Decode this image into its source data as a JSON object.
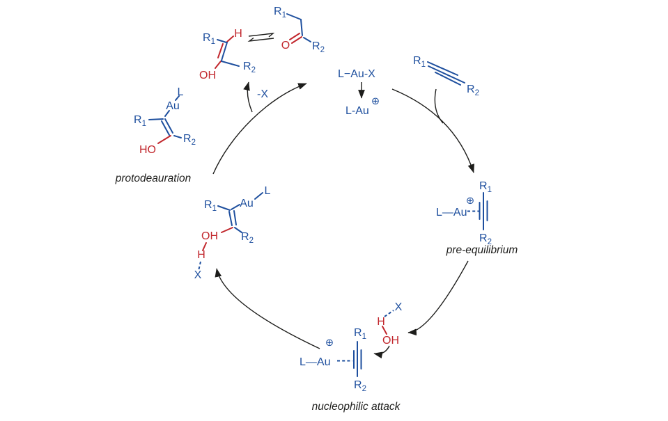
{
  "colors": {
    "blue": "#1e4f9e",
    "red": "#c1262c",
    "ink": "#1d1d1b",
    "bg": "#ffffff"
  },
  "labels": {
    "protodeauration": "protodeauration",
    "pre_equilibrium": "pre-equilibrium",
    "nucleophilic_attack": "nucleophilic attack",
    "minus_x": "-X"
  },
  "species": {
    "catalyst_precursor": {
      "formula": "L−Au-X"
    },
    "active_catalyst": {
      "formula": "L-Au",
      "charge": "⊕"
    },
    "alkyne": {
      "r": "R",
      "sub1": "1",
      "sub2": "2"
    },
    "pi_complex": {
      "l_au": "L—Au",
      "charge": "⊕",
      "r": "R",
      "sub1": "1",
      "sub2": "2"
    },
    "attack_complex": {
      "l_au": "L—Au",
      "charge": "⊕",
      "r": "R",
      "sub1": "1",
      "sub2": "2"
    },
    "water": {
      "h": "H",
      "oh": "OH",
      "x": "X"
    },
    "vinyl_gold": {
      "l": "L",
      "au": "Au",
      "r": "R",
      "sub1": "1",
      "sub2": "2",
      "oh": "OH",
      "h": "H",
      "x": "X"
    },
    "protodeauration_intermediate": {
      "l": "L",
      "au": "Au",
      "r": "R",
      "sub1": "1",
      "sub2": "2",
      "ho": "HO"
    },
    "enol": {
      "r": "R",
      "sub1": "1",
      "sub2": "2",
      "h": "H",
      "oh": "OH"
    },
    "ketone": {
      "r": "R",
      "sub1": "1",
      "sub2": "2",
      "o": "O"
    }
  }
}
